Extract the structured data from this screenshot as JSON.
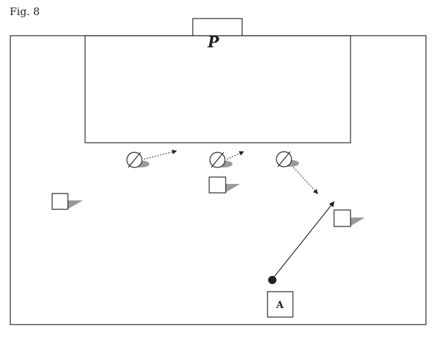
{
  "figure": {
    "caption": "Fig. 8"
  },
  "labels": {
    "goal_player": "P",
    "attacker": "A"
  },
  "colors": {
    "line": "#222222",
    "shadow": "#9a9a9a",
    "background": "#ffffff"
  },
  "icons": {
    "defender_marker": "circle-slash",
    "teammate_marker": "square",
    "ball_marker": "filled-circle"
  }
}
